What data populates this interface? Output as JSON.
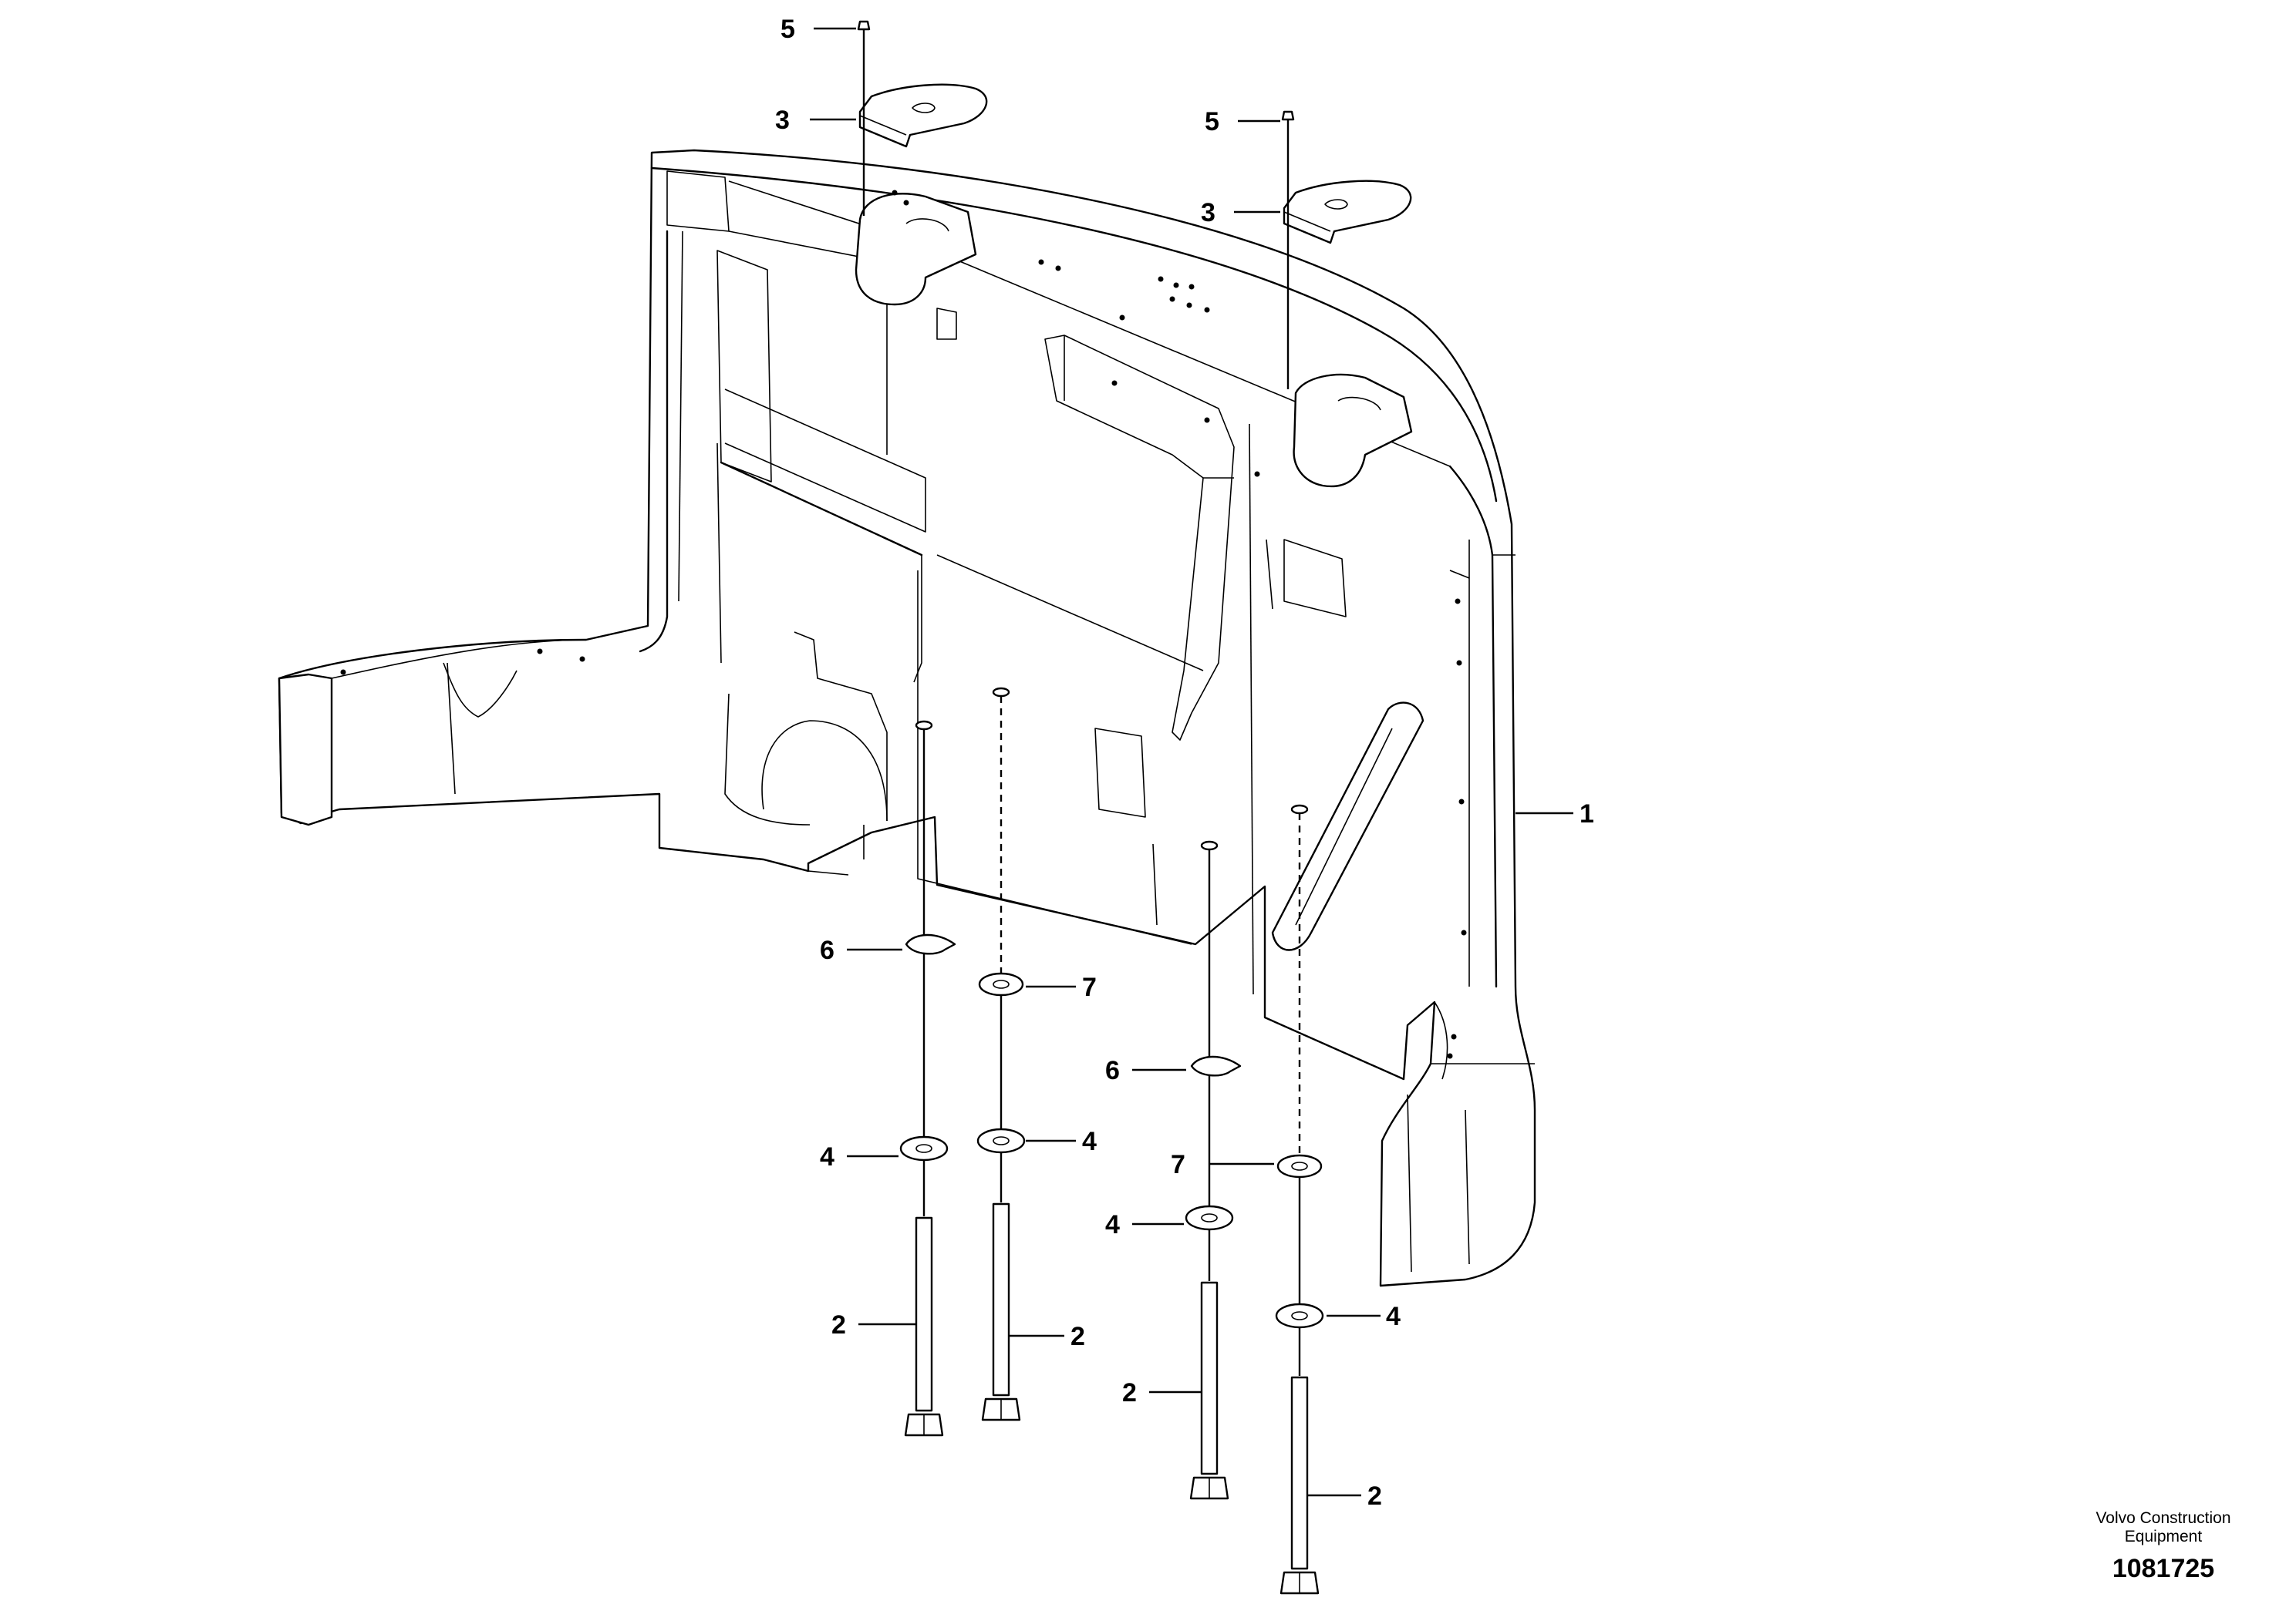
{
  "callouts": {
    "c1": "1",
    "c2a": "2",
    "c2b": "2",
    "c2c": "2",
    "c2d": "2",
    "c3a": "3",
    "c3b": "3",
    "c4a": "4",
    "c4b": "4",
    "c4c": "4",
    "c4d": "4",
    "c5a": "5",
    "c5b": "5",
    "c6a": "6",
    "c6b": "6",
    "c7a": "7",
    "c7b": "7"
  },
  "title_block": {
    "brand_line1": "Volvo Construction",
    "brand_line2": "Equipment",
    "drawing_number": "1081725"
  }
}
